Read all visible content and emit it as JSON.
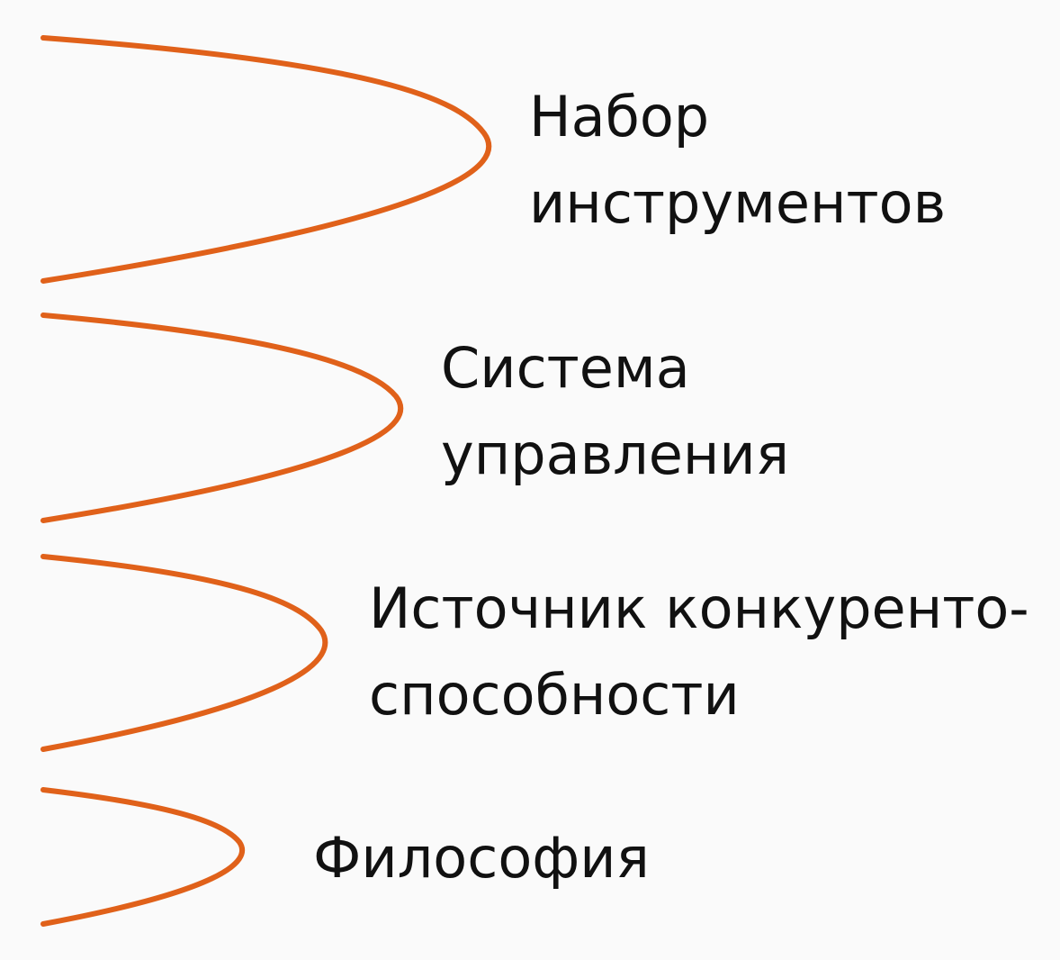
{
  "colors": {
    "background": "#fafafa",
    "curve": "#e0611a",
    "text": "#111111"
  },
  "levels": [
    {
      "line1": "Набор",
      "line2": "инструментов"
    },
    {
      "line1": "Система",
      "line2": "управления"
    },
    {
      "line1": "Источник конкуренто-",
      "line2": "способности"
    },
    {
      "line1": "Философия",
      "line2": ""
    }
  ]
}
